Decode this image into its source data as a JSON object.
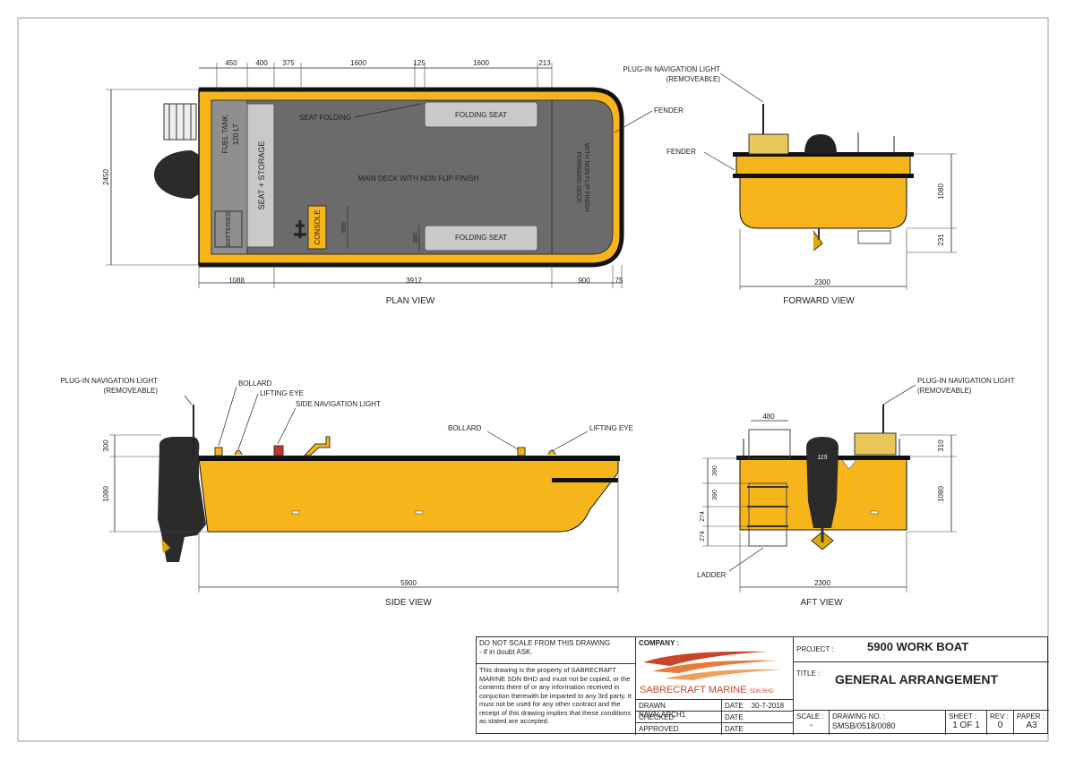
{
  "colors": {
    "hull": "#f7b51c",
    "deck": "#6b6b6b",
    "panel": "#c9c9c9",
    "line": "#111111",
    "brand": "#c8452a"
  },
  "plan": {
    "title": "PLAN VIEW",
    "dims_top": [
      "450",
      "400",
      "375",
      "1600",
      "125",
      "1600",
      "213"
    ],
    "dims_bottom": [
      "1088",
      "3912",
      "900",
      "75"
    ],
    "dim_left": "2450",
    "dim_console": "600",
    "dim_seat": "380",
    "labels": {
      "fuel_tank": "FUEL TANK",
      "fuel_cap": "120 LT",
      "seat_storage": "SEAT + STORAGE",
      "batteries": "BATTERIES",
      "console": "CONSOLE",
      "seat_folding": "SEAT FOLDING",
      "folding_seat_top": "FOLDING SEAT",
      "folding_seat_bottom": "FOLDING SEAT",
      "main_deck": "MAIN DECK WITH NON FLIP FINISH",
      "fwd_deck_1": "FORWARD DECK",
      "fwd_deck_2": "WITH NON FLIP FINISH",
      "fender": "FENDER"
    }
  },
  "forward": {
    "title": "FORWARD VIEW",
    "nav_light_1": "PLUG-IN NAVIGATION LIGHT",
    "nav_light_2": "(REMOVEABLE)",
    "fender": "FENDER",
    "dim_height": "1080",
    "dim_low": "231",
    "dim_width": "2300"
  },
  "side": {
    "title": "SIDE VIEW",
    "nav_light_1": "PLUG-IN NAVIGATION LIGHT",
    "nav_light_2": "(REMOVEABLE)",
    "bollard": "BOLLARD",
    "lifting_eye": "LIFTING EYE",
    "side_nav": "SIDE NAVIGATION LIGHT",
    "bollard_fwd": "BOLLARD",
    "lifting_eye_fwd": "LIFTING EYE",
    "dim_top": "300",
    "dim_height": "1080",
    "dim_length": "5900"
  },
  "aft": {
    "title": "AFT VIEW",
    "nav_light_1": "PLUG-IN NAVIGATION LIGHT",
    "nav_light_2": "(REMOVEABLE)",
    "ladder": "LADDER",
    "dim_ladder_w": "480",
    "dims_left": [
      "390",
      "390",
      "274",
      "274"
    ],
    "dim_top": "310",
    "dim_height": "1080",
    "dim_width": "2300",
    "motor_badge": "115"
  },
  "title_block": {
    "note_1": "DO NOT SCALE FROM THIS DRAWING",
    "note_2": " - if in doubt ASK.",
    "property_note": "This drawing is the property of SABRECRAFT MARINE SDN BHD and must not be copied, or the contents there of or any information received in conjuction therewith be imparted to any 3rd party. It must not be used for any other contract and the receipt of this drawing implies that these conditions as stated are accepted.",
    "company_label": "COMPANY :",
    "company_name": "SABRECRAFT MARINE",
    "company_suffix": "SDN BHD",
    "drawn_label": "DRAWN",
    "drawn_by": "NAVALARCH1",
    "date_label": "DATE",
    "drawn_date": "30-7-2018",
    "checked_label": "CHECKED",
    "checked_date_label": "DATE",
    "approved_label": "APPROVED",
    "approved_date_label": "DATE",
    "project_label": "PROJECT :",
    "project": "5900 WORK BOAT",
    "title_label": "TITLE :",
    "title": "GENERAL ARRANGEMENT",
    "scale_label": "SCALE :",
    "scale": "-",
    "drawing_no_label": "DRAWING NO. :",
    "drawing_no": "SMSB/0518/0080",
    "sheet_label": "SHEET :",
    "sheet": "1 OF 1",
    "rev_label": "REV :",
    "rev": "0",
    "paper_label": "PAPER :",
    "paper": "A3"
  }
}
